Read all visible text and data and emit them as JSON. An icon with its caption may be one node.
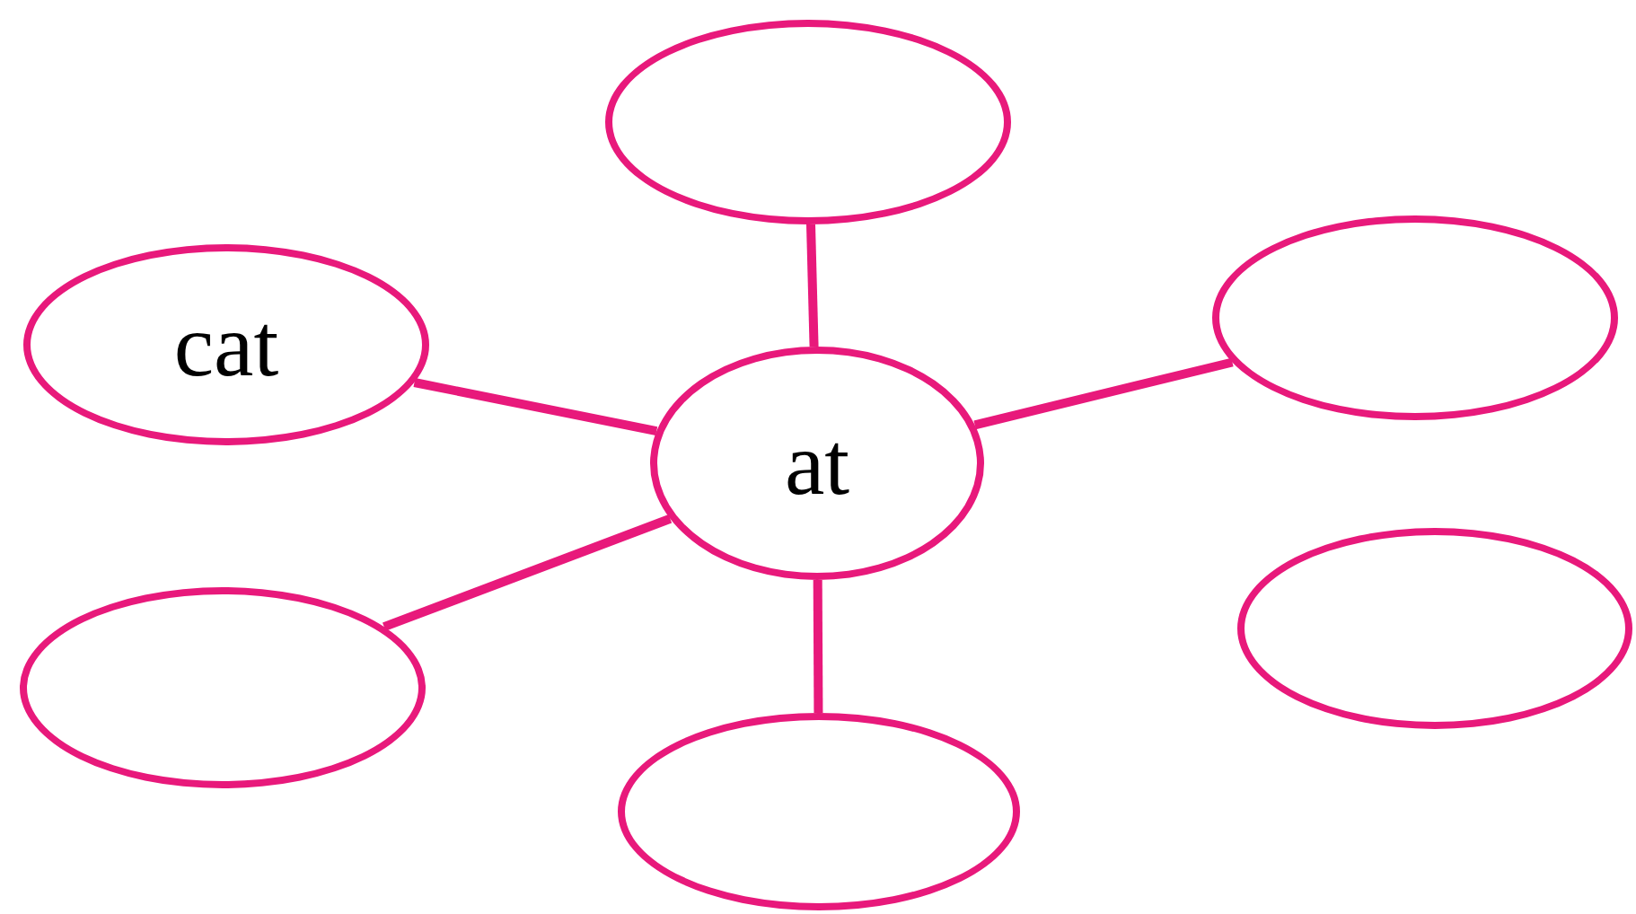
{
  "diagram": {
    "nodes": [
      {
        "text": [],
        "shape": "ellipse"
      },
      {
        "text": [
          "cat"
        ]
      },
      {
        "text": [],
        "shape": "ellipse"
      },
      {
        "text": [
          "at"
        ]
      },
      {
        "text": [],
        "shape": "ellipse"
      },
      {
        "text": [],
        "shape": "ellipse"
      },
      {
        "text": [],
        "shape": "ellipse"
      }
    ],
    "edges": [
      {
        "from": 0,
        "to": 3,
        "arrow": "none"
      },
      {
        "from": 1,
        "to": 3,
        "arrow": "none"
      },
      {
        "from": 2,
        "to": 3,
        "arrow": "none"
      },
      {
        "from": 4,
        "to": 3,
        "arrow": "none"
      },
      {
        "from": 6,
        "to": 3,
        "arrow": "none"
      }
    ]
  }
}
